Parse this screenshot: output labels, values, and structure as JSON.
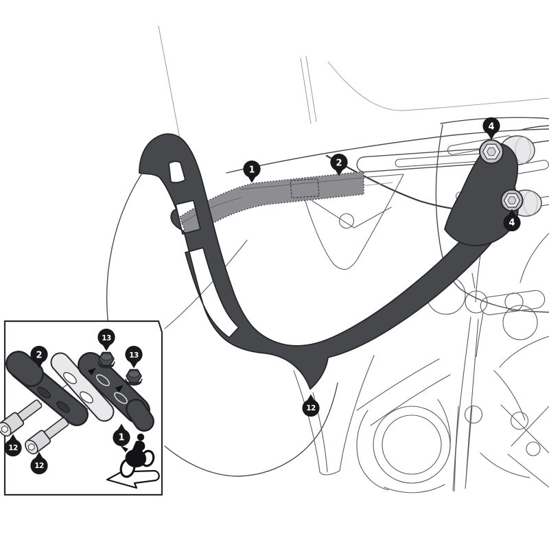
{
  "diagram_title": "Motorcycle pannier-rack fitting diagram with exploded hardware inset",
  "colors": {
    "rack": "#47484c",
    "rack_outline": "#26262a",
    "highlight_strip": "#8e8e92",
    "pin_fill": "#19191b",
    "pin_text": "#ffffff",
    "line_art": "#4b4b4e",
    "metal_light": "#d9d9dc",
    "box_background": "#ffffff",
    "box_border": "#29292c"
  },
  "callouts": {
    "main": [
      {
        "id": "1",
        "label": "1",
        "points_to": "highlighted rail - front section"
      },
      {
        "id": "2",
        "label": "2",
        "points_to": "highlighted rail - rear section"
      },
      {
        "id": "4a",
        "label": "4",
        "points_to": "upper mounting bolt"
      },
      {
        "id": "4b",
        "label": "4",
        "points_to": "lower mounting bolt"
      },
      {
        "id": "12",
        "label": "12",
        "points_to": "lower bracket tab"
      }
    ],
    "inset": [
      {
        "id": "2",
        "label": "2",
        "points_to": "outer bracket"
      },
      {
        "id": "13a",
        "label": "13",
        "points_to": "flange nut"
      },
      {
        "id": "13b",
        "label": "13",
        "points_to": "flange nut"
      },
      {
        "id": "1",
        "label": "1",
        "points_to": "inner bracket"
      },
      {
        "id": "12a",
        "label": "12",
        "points_to": "socket-head bolt"
      },
      {
        "id": "12b",
        "label": "12",
        "points_to": "socket-head bolt"
      }
    ]
  },
  "icons": [
    {
      "name": "motorcycle-direction-arrow",
      "meaning": "orientation of parts on the motorcycle"
    }
  ]
}
